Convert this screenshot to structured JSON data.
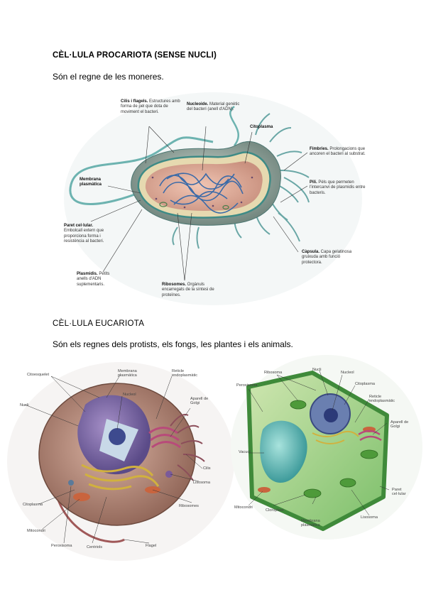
{
  "procaryote": {
    "title": "CÈL·LULA PROCARIOTA (SENSE NUCLI)",
    "text": "Són el regne de les moneres.",
    "labels": {
      "cilis_name": "Cilis i flagels.",
      "cilis_desc": " Estructures amb forma de pèl que dota de moviment el bacteri.",
      "nucleoide_name": "Nucleoide.",
      "nucleoide_desc": " Material genètic del bacteri (anell d'ADN).",
      "citoplasma_name": "Citoplasma",
      "fimbries_name": "Fímbries.",
      "fimbries_desc": " Prolongacions que ancoren el bacteri al substrat.",
      "membrana_name": "Membrana plasmàtica",
      "pili_name": "Pili.",
      "pili_desc": " Pèls que permeten l'intercanvi de plasmidis entre bacteris.",
      "paret_name": "Paret cel·lular.",
      "paret_desc": " Embolcall extern que proporciona forma i resistència al bacteri.",
      "capsula_name": "Càpsula.",
      "capsula_desc": " Capa gelatinosa gruixuda amb funció protectora.",
      "plasmidis_name": "Plasmidis.",
      "plasmidis_desc": " Petits anells d'ADN suplementaris.",
      "ribosomes_name": "Ribosomes.",
      "ribosomes_desc": " Orgànuls encarregats de la síntesi de proteïnes."
    }
  },
  "eucaryote": {
    "title": "CÈL·LULA EUCARIOTA",
    "text": "Són els regnes dels protists, els fongs, les plantes i els animals.",
    "animal_labels": {
      "citoesquelet": "Citoesquelet",
      "membrana": "Membrana plasmàtica",
      "reticle": "Reticle endoplasmàtic",
      "nucli": "Nucli",
      "nucleol": "Nucleol",
      "golgi": "Aparell de Golgi",
      "cilis": "Cilis",
      "lisosoma": "Lisosoma",
      "citoplasma": "Citoplasma",
      "ribosomes": "Ribosomes",
      "mitocondri": "Mitocondri",
      "peroxisoma": "Peroxisoma",
      "centriols": "Centriols",
      "flagel": "Flagel"
    },
    "plant_labels": {
      "ribosoma": "Ribosoma",
      "nucli": "Nucli",
      "nucleol": "Nucleol",
      "peroxisoma": "Peroxisoma",
      "citoplasma": "Citoplasma",
      "reticle": "Reticle endoplasmàtic",
      "golgi": "Aparell de Golgi",
      "vacuol": "Vacuol",
      "paret": "Paret cel·lular",
      "mitocondri": "Mitocondri",
      "cloroplast": "Cloroplast",
      "membrana": "Membrana plasmàtica",
      "lisosoma": "Lisosoma"
    }
  }
}
